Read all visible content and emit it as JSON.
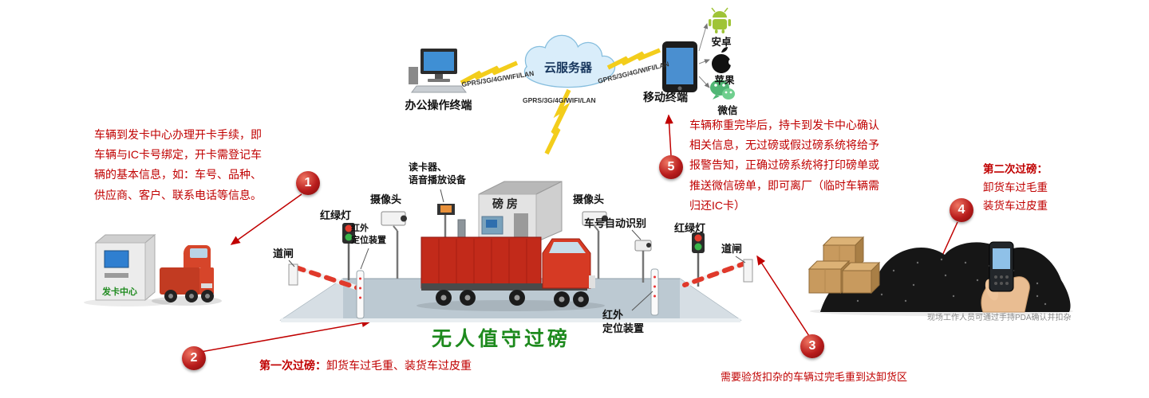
{
  "colors": {
    "red": "#c00000",
    "green": "#1e8a1e",
    "cloud_blue": "#d9edfa",
    "bolt_yellow": "#f3cd1b"
  },
  "cloud": {
    "label": "云服务器"
  },
  "terminals": {
    "office_label": "办公操作终端",
    "mobile_label": "移动终端"
  },
  "apps": {
    "android": "安卓",
    "apple": "苹果",
    "wechat": "微信"
  },
  "links": {
    "left_upper": "GPRS/3G/4G/WIFI/LAN",
    "center": "GPRS/3G/4G/WIFI/LAN",
    "right_upper": "GPRS/3G/4G/WIFI/LAN"
  },
  "steps": [
    "1",
    "2",
    "3",
    "4",
    "5"
  ],
  "notes": {
    "card_issue": "车辆到发卡中心办理开卡手续，即车辆与IC卡号绑定，开卡需登记车辆的基本信息，如：车号、品种、供应商、客户、联系电话等信息。",
    "after_weigh": "车辆称重完毕后，持卡到发卡中心确认相关信息，无过磅或假过磅系统将给予报警告知，正确过磅系统将打印磅单或推送微信磅单，即可离厂（临时车辆需归还IC卡）",
    "second_weigh_title": "第二次过磅：",
    "second_weigh_line1": "卸货车过毛重",
    "second_weigh_line2": "装货车过皮重",
    "first_weigh_title": "第一次过磅：",
    "first_weigh_text": "卸货车过毛重、装货车过皮重",
    "unload_area": "需要验货扣杂的车辆过完毛重到达卸货区",
    "pda": "现场工作人员可通过手持PDA确认并扣杂"
  },
  "scene": {
    "camera_left": "摄像头",
    "camera_right": "摄像头",
    "reader_line1": "读卡器、",
    "reader_line2": "语音播放设备",
    "weigh_house": "磅 房",
    "plate_recognition": "车号自动识别",
    "traffic_light_left": "红绿灯",
    "traffic_light_right": "红绿灯",
    "gate_left": "道闸",
    "gate_right": "道闸",
    "infrared_line1": "红外",
    "infrared_line2": "定位装置",
    "main_title": "无人值守过磅",
    "card_center": "发卡中心"
  }
}
